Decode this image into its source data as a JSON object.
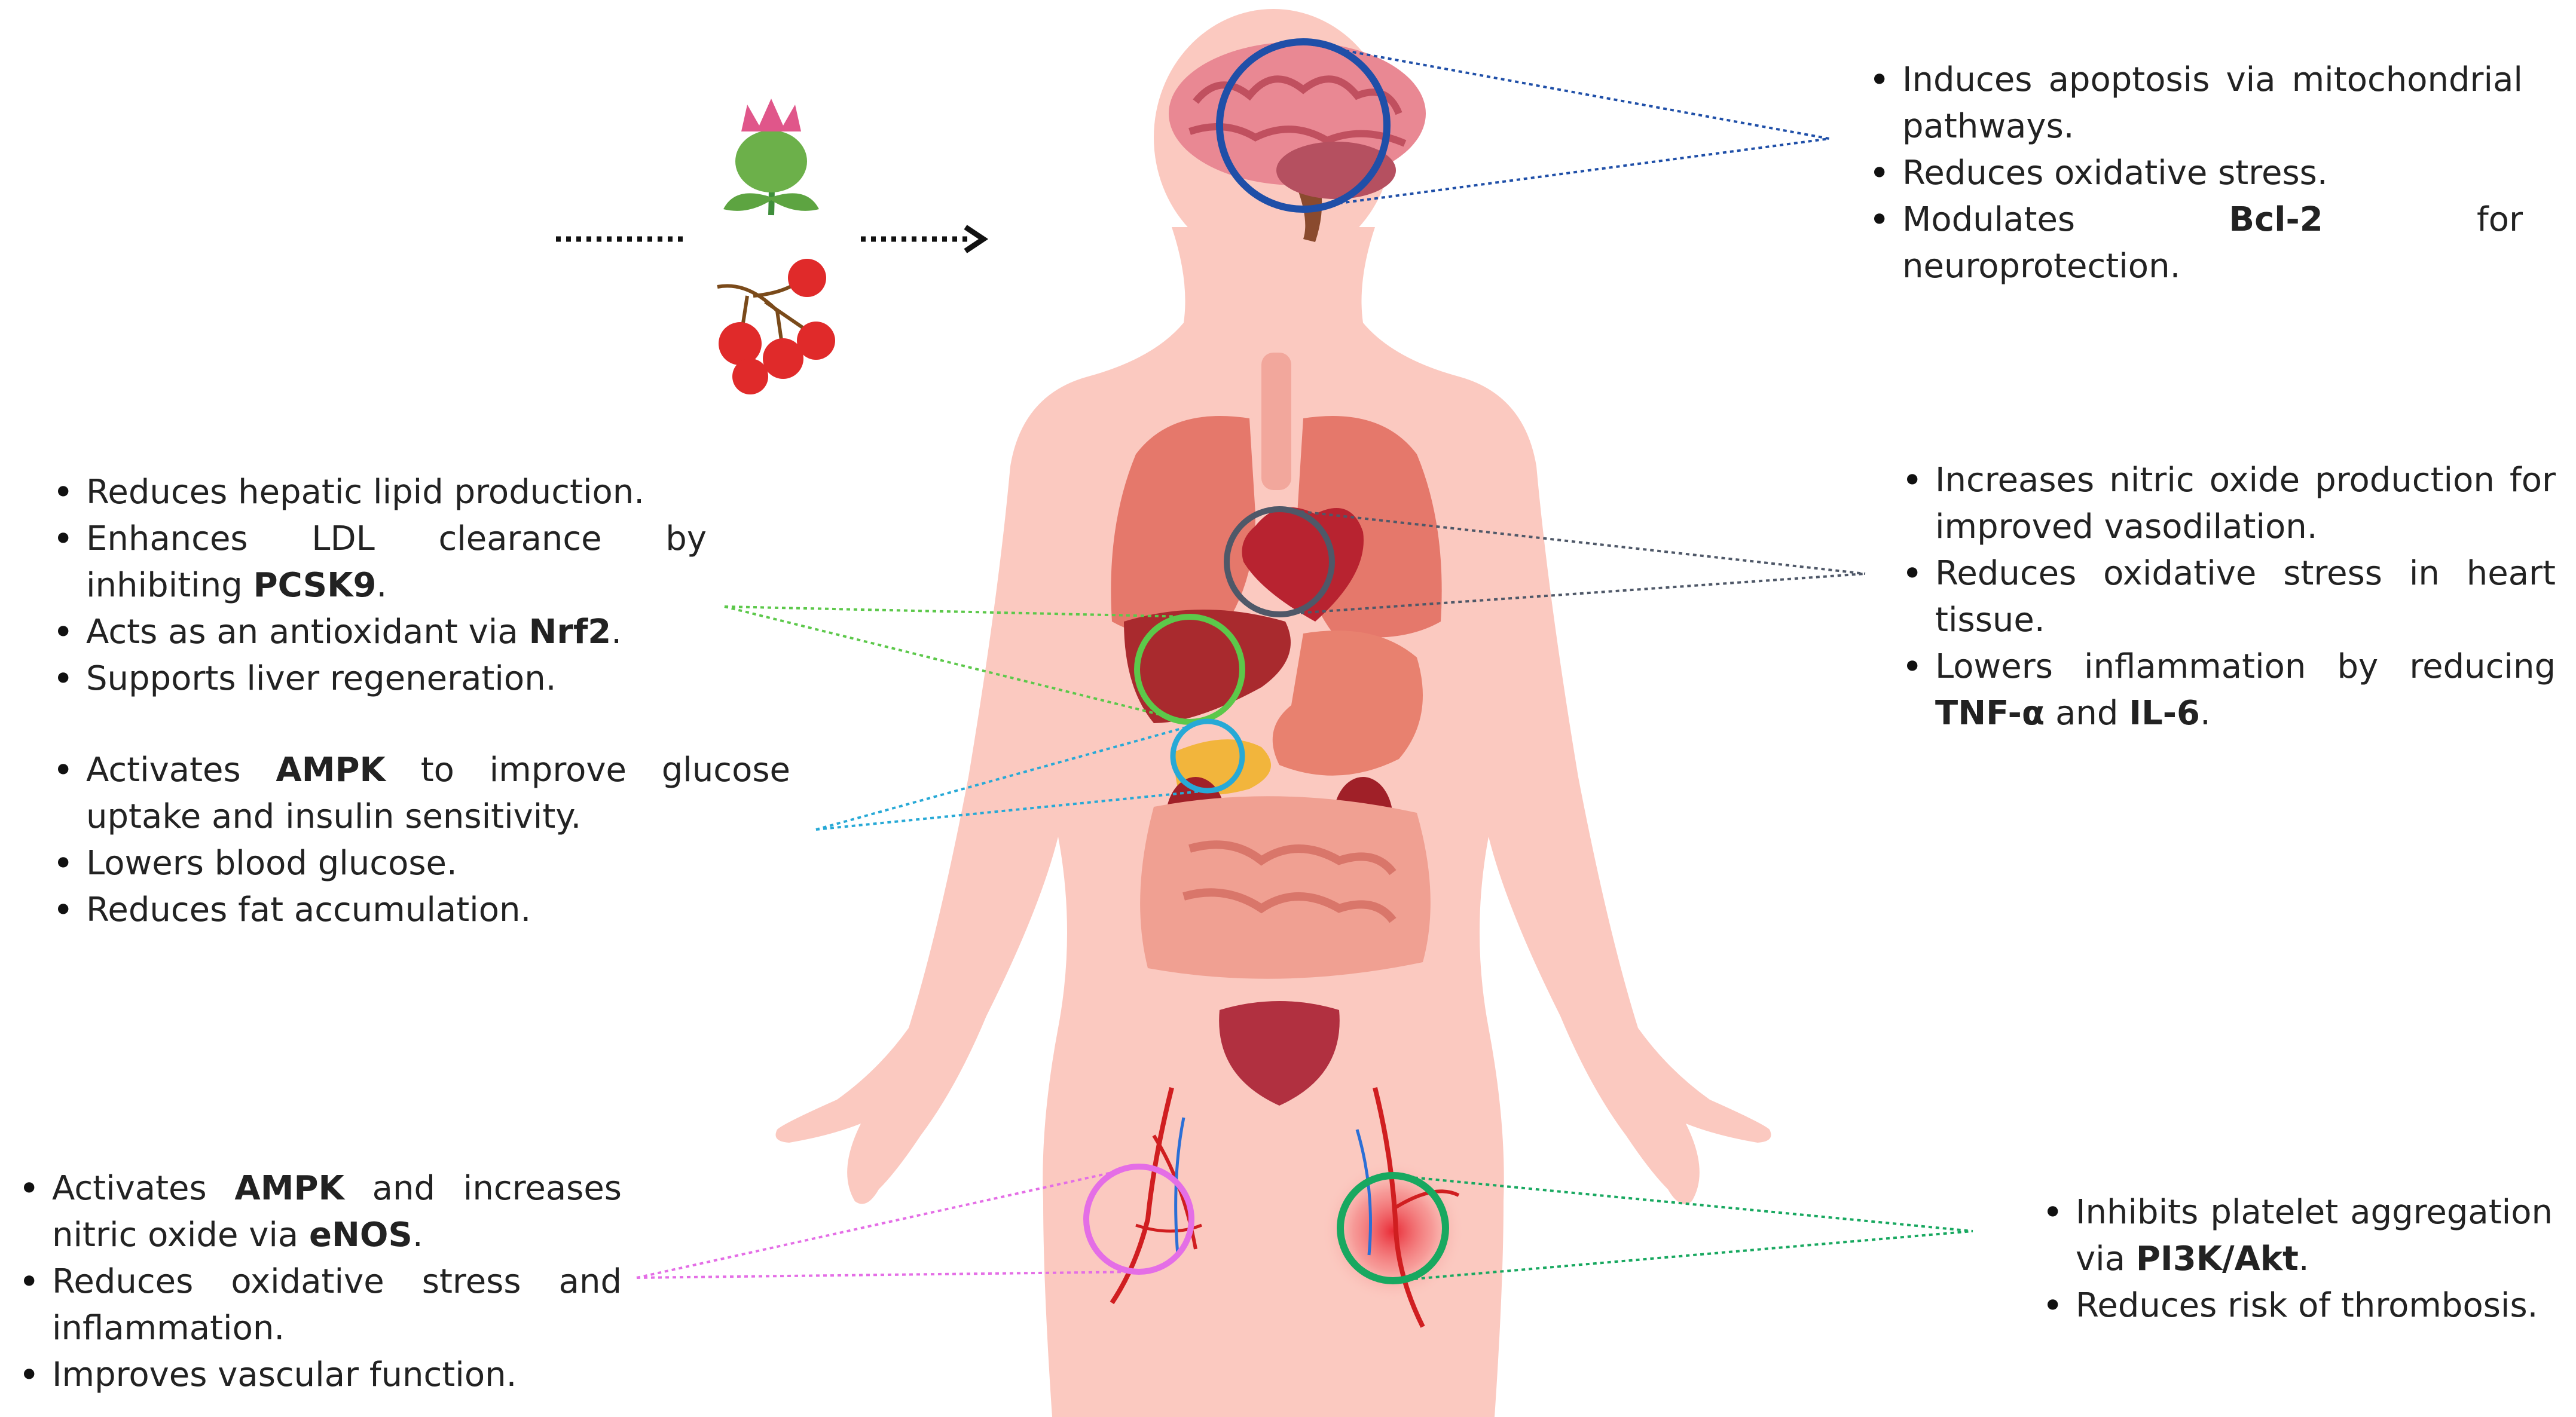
{
  "panels": {
    "brain": [
      [
        {
          "t": "Induces apoptosis via mitochondrial pathways."
        }
      ],
      [
        {
          "t": "Reduces oxidative stress."
        }
      ],
      [
        {
          "t": "Modulates "
        },
        {
          "t": "Bcl-2",
          "b": true
        },
        {
          "t": " for neuroprotection."
        }
      ]
    ],
    "heart": [
      [
        {
          "t": "Increases nitric oxide production for improved vasodilation."
        }
      ],
      [
        {
          "t": "Reduces oxidative stress in heart tissue."
        }
      ],
      [
        {
          "t": "Lowers inflammation by reducing "
        },
        {
          "t": "TNF-α",
          "b": true
        },
        {
          "t": " and "
        },
        {
          "t": "IL-6",
          "b": true
        },
        {
          "t": "."
        }
      ]
    ],
    "liver": [
      [
        {
          "t": "Reduces hepatic lipid production."
        }
      ],
      [
        {
          "t": "Enhances LDL clearance by inhibiting "
        },
        {
          "t": "PCSK9",
          "b": true
        },
        {
          "t": "."
        }
      ],
      [
        {
          "t": "Acts as an antioxidant via "
        },
        {
          "t": "Nrf2",
          "b": true
        },
        {
          "t": "."
        }
      ],
      [
        {
          "t": "Supports liver regeneration."
        }
      ]
    ],
    "pancreas": [
      [
        {
          "t": "Activates "
        },
        {
          "t": "AMPK",
          "b": true
        },
        {
          "t": " to improve glucose uptake and insulin sensitivity."
        }
      ],
      [
        {
          "t": "Lowers blood glucose."
        }
      ],
      [
        {
          "t": "Reduces fat accumulation."
        }
      ]
    ],
    "vessel": [
      [
        {
          "t": "Activates "
        },
        {
          "t": "AMPK",
          "b": true
        },
        {
          "t": " and increases nitric oxide via "
        },
        {
          "t": "eNOS",
          "b": true
        },
        {
          "t": "."
        }
      ],
      [
        {
          "t": "Reduces oxidative stress and inflammation."
        }
      ],
      [
        {
          "t": "Improves vascular function."
        }
      ]
    ],
    "thrombus": [
      [
        {
          "t": "Inhibits platelet aggregation via "
        },
        {
          "t": "PI3K/Akt",
          "b": true
        },
        {
          "t": "."
        }
      ],
      [
        {
          "t": "Reduces risk of thrombosis."
        }
      ]
    ]
  },
  "colors": {
    "skin": "#fbc9c0",
    "brain": "#1f4fa8",
    "heart": "#4f5868",
    "liver": "#5cc84a",
    "pancreas": "#27a9d6",
    "vessel": "#e46ee6",
    "thrombus": "#18a860"
  },
  "icons": [
    "milk-thistle-icon",
    "rosehip-berries-icon",
    "brain-icon",
    "lungs-icon",
    "heart-icon",
    "liver-icon",
    "stomach-icon",
    "pancreas-icon",
    "kidney-icon",
    "intestine-icon",
    "bladder-icon",
    "blood-vessel-icon",
    "thrombus-icon"
  ]
}
